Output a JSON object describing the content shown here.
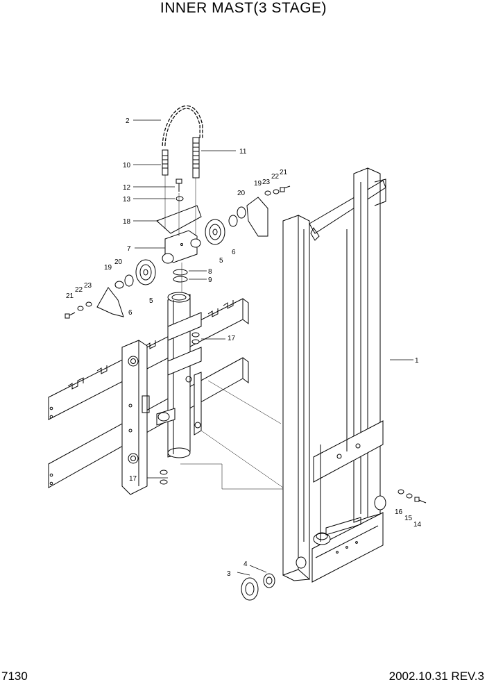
{
  "header": {
    "title": "INNER MAST(3 STAGE)"
  },
  "footer": {
    "page_number": "7130",
    "revision": "2002.10.31 REV.3"
  },
  "parts": {
    "p1": "1",
    "p2": "2",
    "p3": "3",
    "p4": "4",
    "p5a": "5",
    "p5b": "5",
    "p6a": "6",
    "p6b": "6",
    "p7": "7",
    "p8": "8",
    "p9": "9",
    "p10": "10",
    "p11": "11",
    "p12": "12",
    "p13": "13",
    "p14": "14",
    "p15": "15",
    "p16": "16",
    "p17a": "17",
    "p17b": "17",
    "p18": "18",
    "p19a": "19",
    "p19b": "19",
    "p20a": "20",
    "p20b": "20",
    "p21a": "21",
    "p21b": "21",
    "p22a": "22",
    "p22b": "22",
    "p23a": "23",
    "p23b": "23"
  }
}
